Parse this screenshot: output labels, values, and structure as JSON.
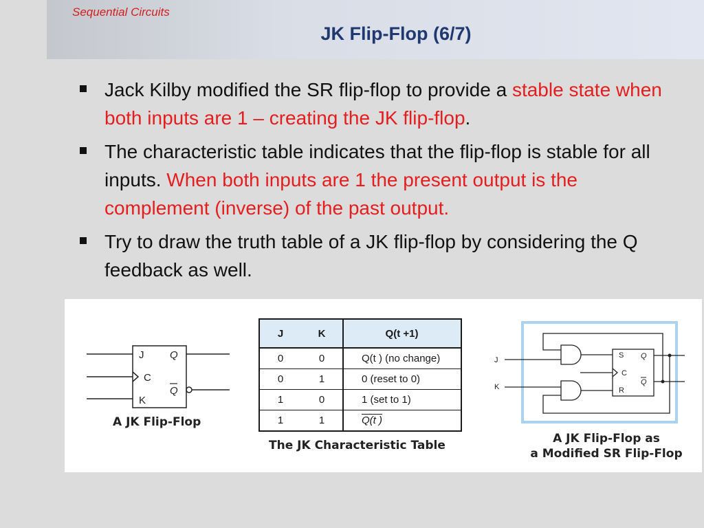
{
  "header": {
    "section": "Sequential Circuits",
    "title": "JK Flip-Flop (6/7)"
  },
  "bullets": [
    {
      "parts": [
        {
          "text": "Jack Kilby modified the SR flip-flop to provide a ",
          "highlight": false
        },
        {
          "text": "stable state when both inputs are 1 – creating the JK flip-flop",
          "highlight": true
        },
        {
          "text": ".",
          "highlight": false
        }
      ]
    },
    {
      "parts": [
        {
          "text": "The characteristic table indicates that the flip-flop is stable for all inputs. ",
          "highlight": false
        },
        {
          "text": "When both inputs are 1 the present output is the complement (inverse) of the past output.",
          "highlight": true
        }
      ]
    },
    {
      "parts": [
        {
          "text": "Try to draw the truth table of a JK flip-flop by considering the Q feedback as well.",
          "highlight": false
        }
      ]
    }
  ],
  "colors": {
    "highlight": "#e41e1e",
    "title": "#1f3870",
    "section": "#d21e1e"
  },
  "figure1": {
    "caption": "A JK Flip-Flop",
    "labels": {
      "j": "J",
      "c": "C",
      "k": "K",
      "q": "Q",
      "qbar": "Q"
    }
  },
  "table": {
    "headers": [
      "J",
      "K",
      "Q(t +1)"
    ],
    "rows": [
      [
        "0",
        "0",
        "Q(t ) (no change)"
      ],
      [
        "0",
        "1",
        "0 (reset to 0)"
      ],
      [
        "1",
        "0",
        "1 (set to 1)"
      ],
      [
        "1",
        "1",
        "Q(t )"
      ]
    ],
    "overline_last_row": true,
    "caption": "The JK Characteristic Table"
  },
  "figure3": {
    "caption_line1": "A JK Flip-Flop as",
    "caption_line2": "a Modified SR Flip-Flop",
    "labels": {
      "j": "J",
      "k": "K",
      "s": "S",
      "c": "C",
      "r": "R",
      "q": "Q",
      "qbar": "Q"
    },
    "frame_color": "#a9d3f1"
  }
}
